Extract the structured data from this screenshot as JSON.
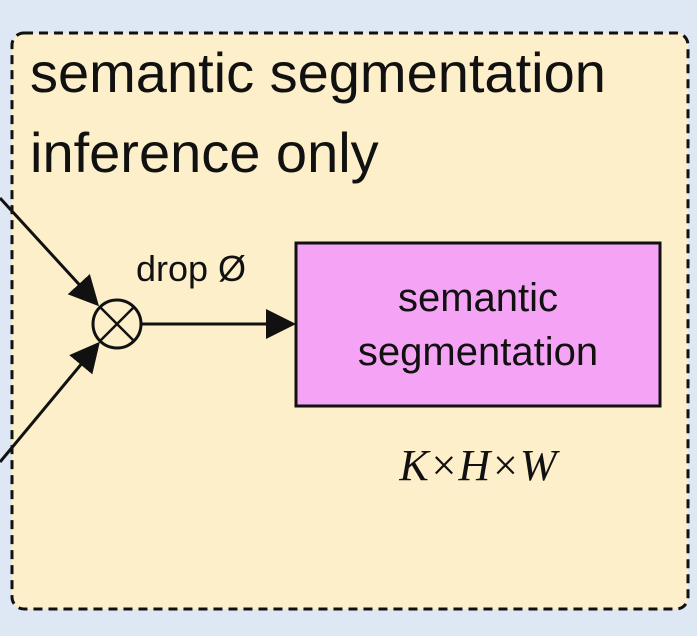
{
  "panel": {
    "title_line1": "semantic segmentation",
    "title_line2": "inference only",
    "border_style": "dashed"
  },
  "operator": {
    "symbol": "⊗",
    "label": "drop Ø"
  },
  "output_box": {
    "line1": "semantic",
    "line2": "segmentation",
    "fill_color": "#f5a3f5"
  },
  "dimensions": "K×H×W",
  "colors": {
    "background": "#dde8f4",
    "panel_fill": "#fdefc9",
    "stroke": "#111111"
  }
}
